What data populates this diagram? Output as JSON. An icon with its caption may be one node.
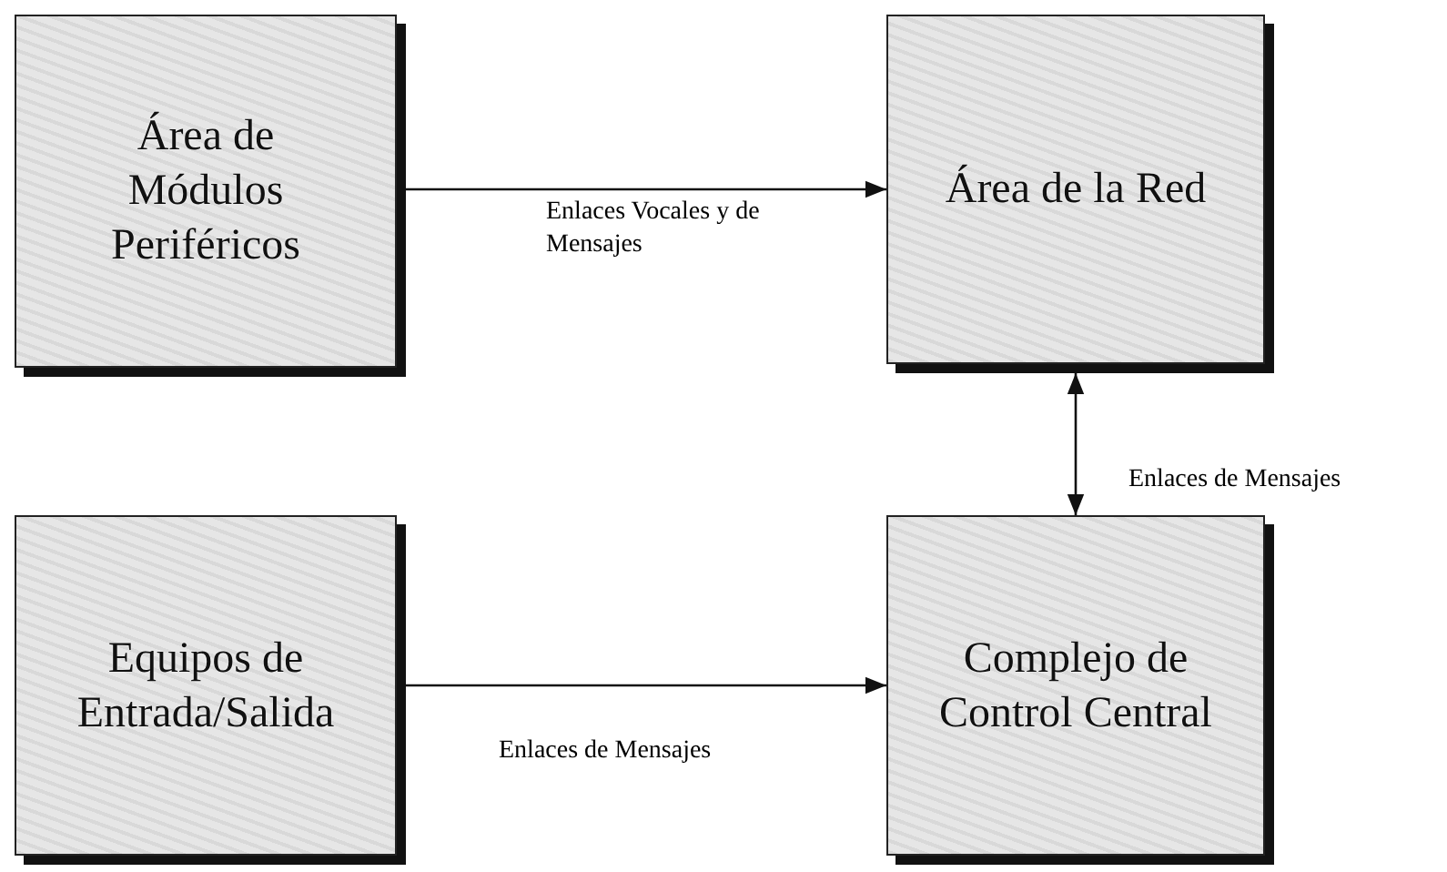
{
  "diagram": {
    "nodes": [
      {
        "text": [
          "Área de Módulos Periféricos"
        ]
      },
      {
        "text": [
          "Área de la Red"
        ]
      },
      {
        "text": [
          "Equipos de Entrada/Salida"
        ]
      },
      {
        "text": [
          "Complejo de Control Central"
        ]
      }
    ],
    "edges": [
      {
        "from": 0,
        "to": 1,
        "arrow": "to",
        "label": "Enlaces Vocales y de Mensajes"
      },
      {
        "from": 1,
        "to": 3,
        "arrow": "both",
        "label": "Enlaces de Mensajes"
      },
      {
        "from": 2,
        "to": 3,
        "arrow": "to",
        "label": "Enlaces de Mensajes"
      }
    ]
  }
}
